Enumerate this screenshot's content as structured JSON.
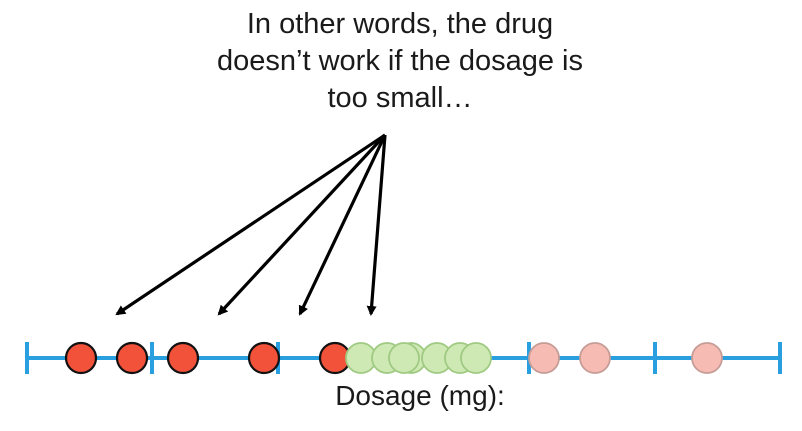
{
  "annotation": {
    "lines": [
      "In other words, the drug",
      "doesn’t work if the dosage is",
      "too small…"
    ]
  },
  "axis": {
    "label": "Dosage (mg):"
  },
  "colors": {
    "axis": "#2a9fe0",
    "arrow": "#000000",
    "highlighted_point_fill": "#f2513a",
    "highlighted_point_stroke": "#111111",
    "effective_point_fill": "#cfe9b4",
    "effective_point_stroke": "#9fca82",
    "faded_point_fill": "#f6bcb4",
    "faded_point_stroke": "#c69c96"
  },
  "points": [
    {
      "group": "highlighted",
      "arrow": true
    },
    {
      "group": "highlighted",
      "arrow": false
    },
    {
      "group": "highlighted",
      "arrow": true
    },
    {
      "group": "highlighted",
      "arrow": true
    },
    {
      "group": "highlighted",
      "arrow": true
    },
    {
      "group": "effective",
      "arrow": false
    },
    {
      "group": "effective",
      "arrow": false
    },
    {
      "group": "effective",
      "arrow": false
    },
    {
      "group": "effective",
      "arrow": false
    },
    {
      "group": "effective",
      "arrow": false
    },
    {
      "group": "effective",
      "arrow": false
    },
    {
      "group": "effective",
      "arrow": false
    },
    {
      "group": "faded",
      "arrow": false
    },
    {
      "group": "faded",
      "arrow": false
    },
    {
      "group": "faded",
      "arrow": false
    }
  ]
}
